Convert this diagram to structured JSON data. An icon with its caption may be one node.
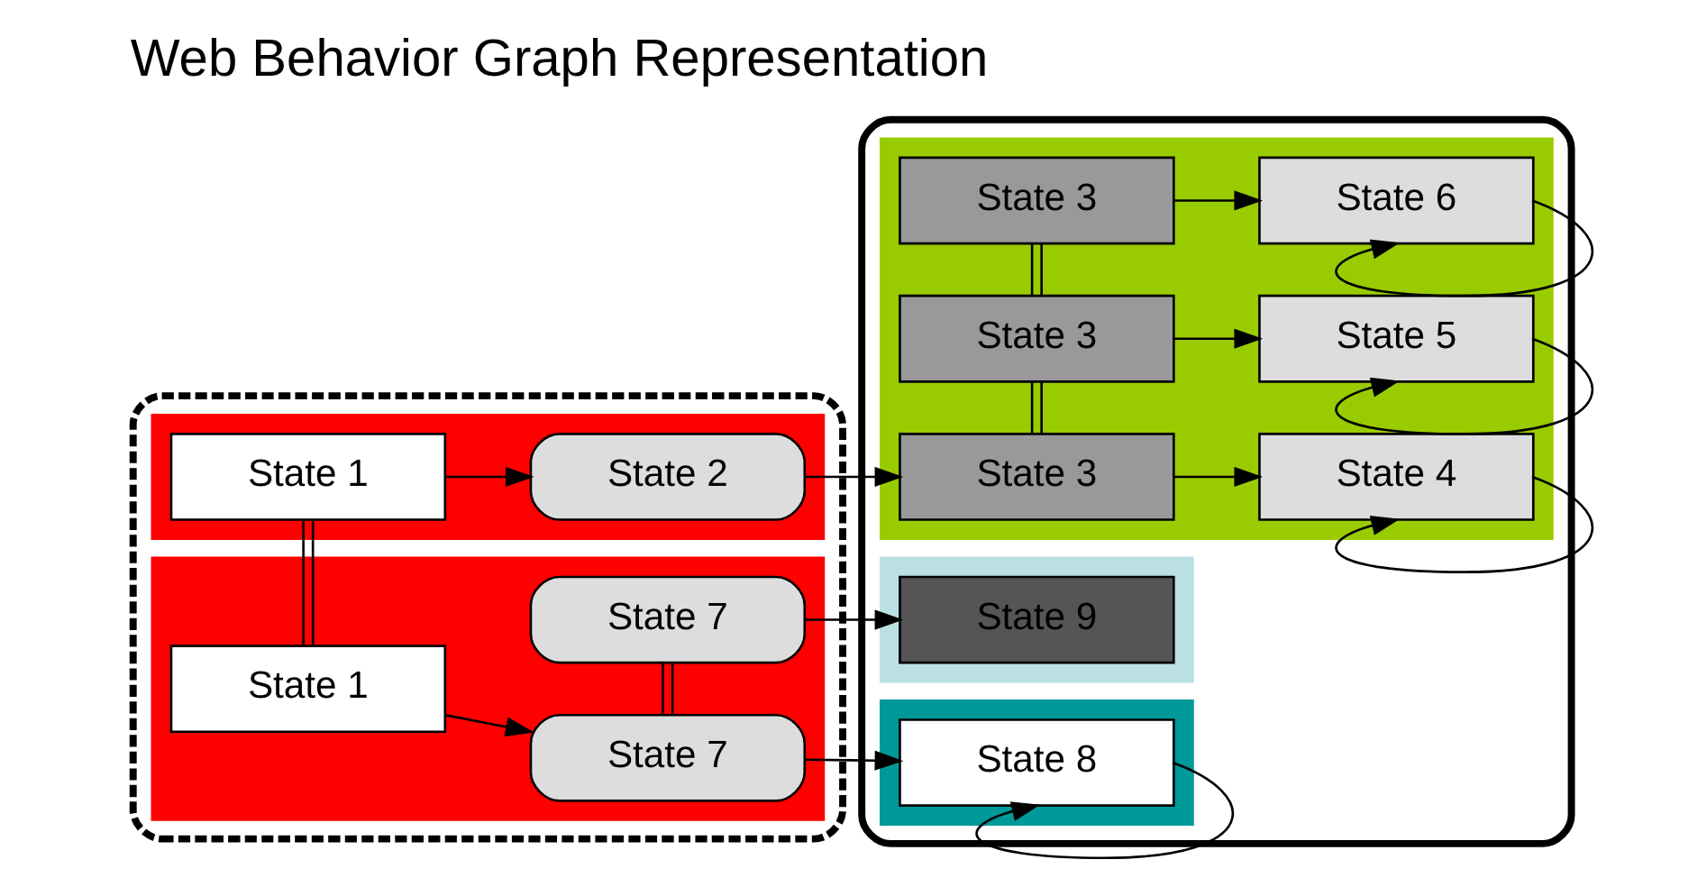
{
  "diagram": {
    "title": "Web Behavior Graph Representation",
    "nodes": [
      {
        "text": [],
        "shape": "box"
      },
      {
        "text": [],
        "shape": "box",
        "in": 0
      },
      {
        "text": [
          "State 1"
        ],
        "in": 1
      },
      {
        "text": [
          "State 2"
        ],
        "in": 1
      },
      {
        "text": [],
        "shape": "box",
        "in": 0
      },
      {
        "text": [
          "State 1"
        ],
        "in": 4
      },
      {
        "text": [
          "State 7"
        ],
        "in": 4
      },
      {
        "text": [
          "State 7"
        ],
        "in": 4
      },
      {
        "text": [],
        "shape": "box"
      },
      {
        "text": [],
        "shape": "box",
        "in": 8
      },
      {
        "text": [
          "State 3"
        ],
        "in": 9
      },
      {
        "text": [
          "State 4"
        ],
        "in": 9
      },
      {
        "text": [
          "State 3"
        ],
        "in": 9
      },
      {
        "text": [
          "State 5"
        ],
        "in": 9
      },
      {
        "text": [
          "State 3"
        ],
        "in": 9
      },
      {
        "text": [
          "State 6"
        ],
        "in": 9
      },
      {
        "text": [],
        "shape": "box",
        "in": 8
      },
      {
        "text": [
          "State 8"
        ],
        "in": 16
      },
      {
        "text": [],
        "shape": "box",
        "in": 8
      },
      {
        "text": [
          "State 9"
        ],
        "in": 18
      }
    ],
    "edges": [
      {
        "from": 2,
        "to": 3,
        "arrow": "to"
      },
      {
        "from": 3,
        "to": 10,
        "arrow": "to"
      },
      {
        "from": 10,
        "to": 11,
        "arrow": "to"
      },
      {
        "from": 11,
        "to": 11,
        "arrow": "to"
      },
      {
        "from": 10,
        "to": 12,
        "arrow": "none"
      },
      {
        "from": 12,
        "to": 13,
        "arrow": "to"
      },
      {
        "from": 13,
        "to": 13,
        "arrow": "to"
      },
      {
        "from": 12,
        "to": 14,
        "arrow": "none"
      },
      {
        "from": 14,
        "to": 15,
        "arrow": "to"
      },
      {
        "from": 15,
        "to": 15,
        "arrow": "to"
      },
      {
        "from": 2,
        "to": 5,
        "arrow": "none"
      },
      {
        "from": 5,
        "to": 6,
        "arrow": "to"
      },
      {
        "from": 6,
        "to": 17,
        "arrow": "to"
      },
      {
        "from": 17,
        "to": 17,
        "arrow": "to"
      },
      {
        "from": 6,
        "to": 7,
        "arrow": "none"
      },
      {
        "from": 7,
        "to": 19,
        "arrow": "to"
      }
    ]
  }
}
